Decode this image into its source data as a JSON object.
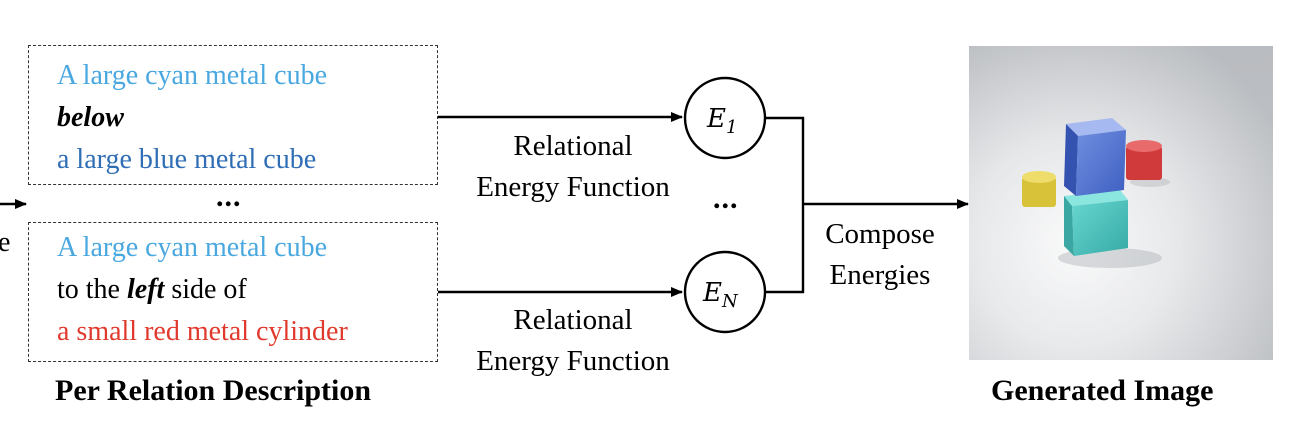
{
  "input_label_fragment": "e",
  "relations": [
    {
      "lines": [
        {
          "parts": [
            {
              "text": "A large cyan metal cube",
              "color": "#4aa8e0",
              "style": "normal"
            }
          ]
        },
        {
          "parts": [
            {
              "text": "below",
              "color": "#000000",
              "style": "bold-italic"
            }
          ]
        },
        {
          "parts": [
            {
              "text": "a large blue metal cube",
              "color": "#2f6db5",
              "style": "normal"
            }
          ]
        }
      ]
    },
    {
      "lines": [
        {
          "parts": [
            {
              "text": "A large cyan metal cube",
              "color": "#4aa8e0",
              "style": "normal"
            }
          ]
        },
        {
          "parts": [
            {
              "text": "to the ",
              "color": "#000000",
              "style": "normal"
            },
            {
              "text": "left",
              "color": "#000000",
              "style": "bold-italic"
            },
            {
              "text": " side of",
              "color": "#000000",
              "style": "normal"
            }
          ]
        },
        {
          "parts": [
            {
              "text": "a small red metal cylinder",
              "color": "#e03a2e",
              "style": "normal"
            }
          ]
        }
      ]
    }
  ],
  "between_ellipsis": "...",
  "per_relation_caption": "Per Relation Description",
  "energy_function_label": [
    "Relational",
    "Energy Function"
  ],
  "energy_ellipsis": "...",
  "energy_nodes": [
    {
      "base": "E",
      "sub": "1"
    },
    {
      "base": "E",
      "sub": "N"
    }
  ],
  "compose_label": [
    "Compose",
    "Energies"
  ],
  "generated_caption": "Generated Image",
  "generated_image_icon": "rendered-blocks-scene"
}
